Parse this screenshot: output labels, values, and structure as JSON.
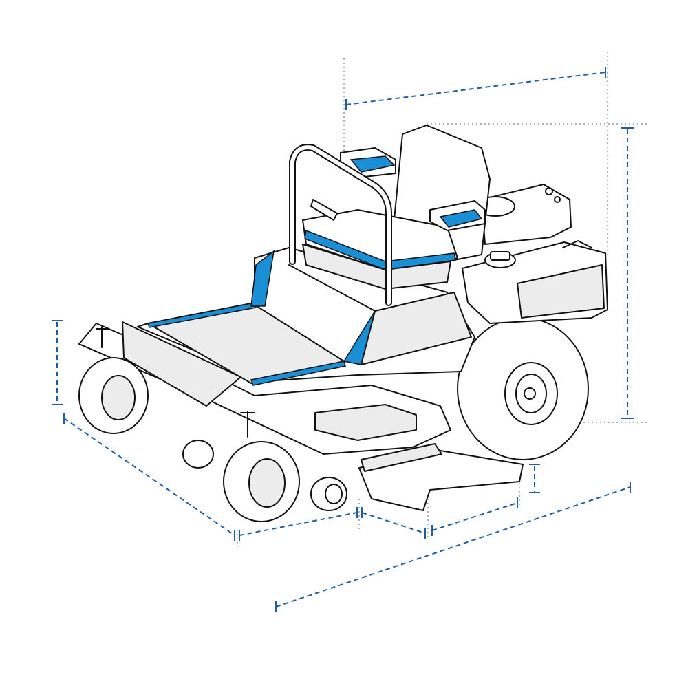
{
  "diagram": {
    "subject": "zero-turn-mower-dimension-drawing",
    "colors": {
      "accent": "#1a8fd6",
      "dimension_line": "#1f5f9e",
      "outline": "#111111",
      "panel_fill": "#ececec",
      "guide_line": "#a8b4c4"
    },
    "dimensions": [
      {
        "id": "overall-width-top"
      },
      {
        "id": "overall-height"
      },
      {
        "id": "front-caster-height"
      },
      {
        "id": "front-side-length"
      },
      {
        "id": "front-deck-width"
      },
      {
        "id": "footrest-depth"
      },
      {
        "id": "footrest-width"
      },
      {
        "id": "footrest-height"
      },
      {
        "id": "overall-length"
      }
    ]
  }
}
